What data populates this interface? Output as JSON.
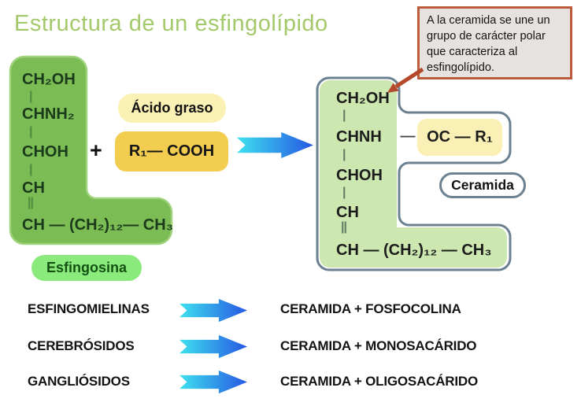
{
  "title": "Estructura de un esfingolípido",
  "plus_sign": "+",
  "left_structure": {
    "lines": [
      "CH₂OH",
      "CHNH₂",
      "CHOH",
      "CH",
      "CH — (CH₂)₁₂— CH₃"
    ],
    "bonds": [
      "|",
      "|",
      "|",
      "||"
    ],
    "label": "Esfingosina"
  },
  "fatty_acid": {
    "label": "Ácido graso",
    "formula": "R₁— COOH"
  },
  "right_structure": {
    "lines": [
      "CH₂OH",
      "CHNH",
      "CHOH",
      "CH",
      "CH — (CH₂)₁₂ — CH₃"
    ],
    "bonds": [
      "|",
      "|",
      "|",
      "||"
    ],
    "amide_dash": "—",
    "acyl_formula": "OC — R₁",
    "label": "Ceramida"
  },
  "callout": {
    "text": "A la ceramida se une un grupo de carácter polar que caracteriza al esfingolípido."
  },
  "derivatives": [
    {
      "name": "ESFINGOMIELINAS",
      "composition": "CERAMIDA + FOSFOCOLINA"
    },
    {
      "name": "CEREBRÓSIDOS",
      "composition": "CERAMIDA + MONOSACÁRIDO"
    },
    {
      "name": "GANGLIÓSIDOS",
      "composition": "CERAMIDA + OLIGOSACÁRIDO"
    }
  ],
  "colors": {
    "title_green": "#a3c96b",
    "sphingosine_block": "#7bbc55",
    "sphingosine_edge": "#9ed37c",
    "ceramide_fill": "#cde7b0",
    "ceramide_border": "#6b8191",
    "fatty_acid_gold": "#f2cd50",
    "pale_yellow": "#fbf1b4",
    "esfingosina_pill": "#8bea7c",
    "callout_border": "#bd5c3d",
    "callout_bg": "#e5e2df",
    "callout_arrow": "#b5492b",
    "arrow_cyan": "#3ee1ef",
    "arrow_blue": "#2757e3"
  }
}
